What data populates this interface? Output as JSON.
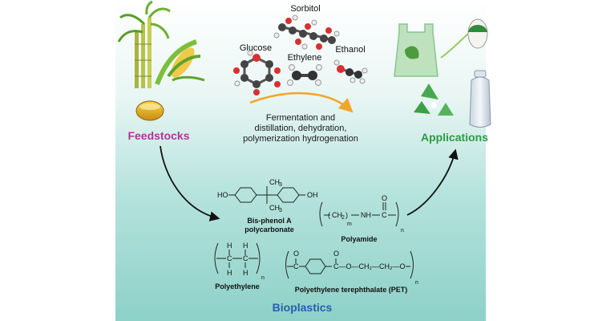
{
  "molecules": {
    "sorbitol": "Sorbitol",
    "glucose": "Glucose",
    "ethylene": "Ethylene",
    "ethanol": "Ethanol"
  },
  "process": {
    "line1": "Fermentation and",
    "line2": "distillation, dehydration,",
    "line3": "polymerization hydrogenation"
  },
  "sections": {
    "feedstocks": "Feedstocks",
    "applications": "Applications",
    "bioplastics": "Bioplastics"
  },
  "polymers": {
    "bpa_line1": "Bis-phenol A",
    "bpa_line2": "polycarbonate",
    "polyamide": "Polyamide",
    "polyethylene": "Polyethylene",
    "pet": "Polyethylene terephthalate (PET)"
  },
  "formula": {
    "ho": "HO",
    "oh": "OH",
    "ch3": "CH",
    "h": "H",
    "c": "C",
    "o": "O",
    "nh": "NH",
    "ch2": "CH",
    "n": "n",
    "m": "m",
    "sub2": "2",
    "sub3": "3",
    "bond_c_c": "C — C",
    "pet_chain": "C—O—CH₂—CH₂—O"
  },
  "colors": {
    "feedstocks": "#b1359a",
    "applications": "#2e9a44",
    "bioplastics": "#2a5dab",
    "process_arrow": "#f3a42a"
  }
}
